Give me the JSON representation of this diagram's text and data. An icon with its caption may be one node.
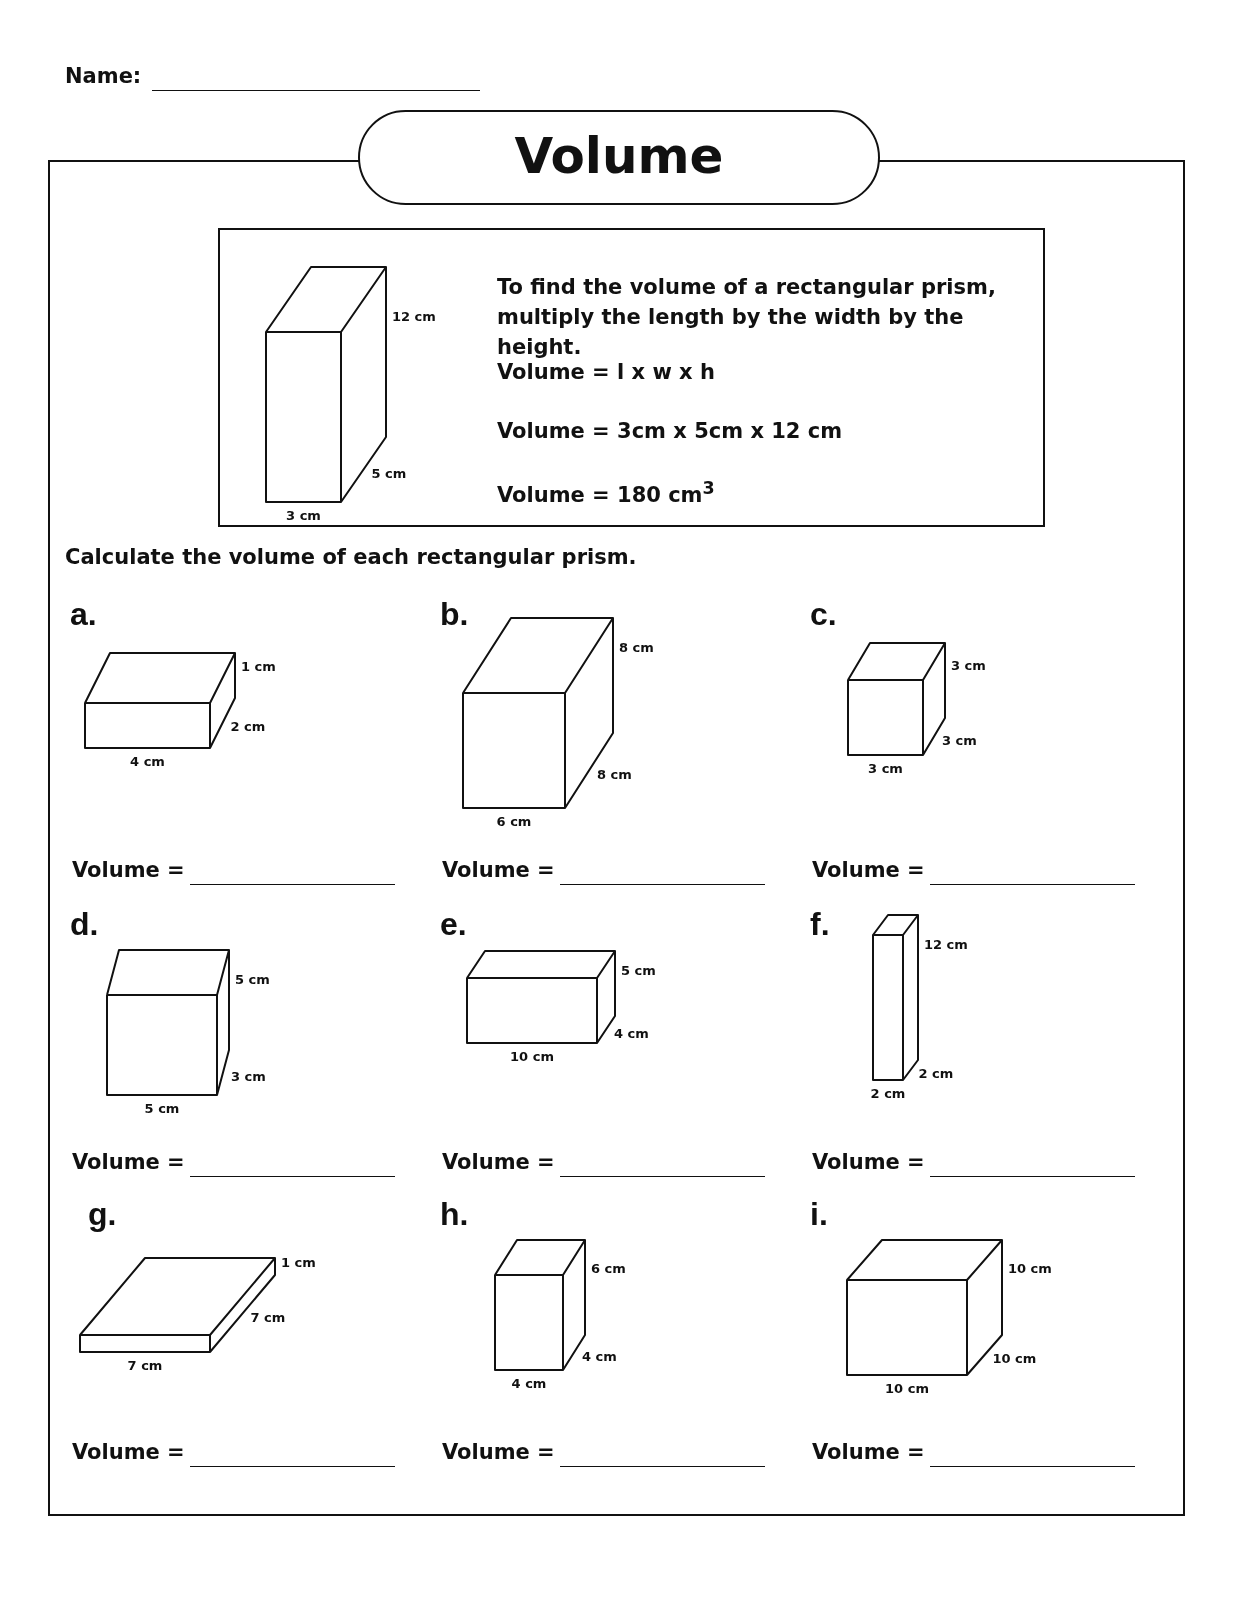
{
  "diagram": {
    "title": "Volume",
    "nodes": [
      {
        "text": [
          "12 cm",
          "5 cm",
          "3 cm",
          "To find the volume of a rectangular prism, multiply the length by the width by the height.",
          "Volume = l x w x h",
          "Volume = 3cm x 5cm x 12 cm",
          "Volume = 180 cm$^{3}$"
        ]
      }
    ],
    "labels": [
      "Name:",
      "Calculate the volume of each rectangular prism.",
      "a.",
      "1 cm",
      "2 cm",
      "4 cm",
      "Volume =",
      "b.",
      "8 cm",
      "8 cm",
      "6 cm",
      "Volume =",
      "c.",
      "3 cm",
      "3 cm",
      "3 cm",
      "Volume =",
      "d.",
      "5 cm",
      "3 cm",
      "5 cm",
      "Volume =",
      "e.",
      "5 cm",
      "4 cm",
      "10 cm",
      "Volume =",
      "f.",
      "12 cm",
      "2 cm",
      "2 cm",
      "Volume =",
      "g.",
      "1 cm",
      "7 cm",
      "7 cm",
      "Volume =",
      "h.",
      "6 cm",
      "4 cm",
      "4 cm",
      "Volume =",
      "i.",
      "10 cm",
      "10 cm",
      "10 cm",
      "Volume ="
    ]
  }
}
